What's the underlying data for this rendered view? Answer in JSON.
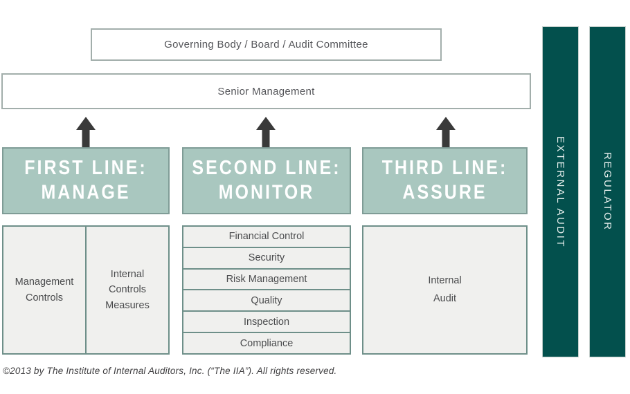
{
  "top_boxes": {
    "governing": "Governing Body / Board / Audit Committee",
    "senior": "Senior Management"
  },
  "columns": {
    "first": {
      "title": "FIRST LINE:\nMANAGE",
      "cells": {
        "left": "Management\nControls",
        "right": "Internal\nControls\nMeasures"
      }
    },
    "second": {
      "title": "SECOND LINE:\nMONITOR",
      "rows": [
        "Financial Control",
        "Security",
        "Risk Management",
        "Quality",
        "Inspection",
        "Compliance"
      ]
    },
    "third": {
      "title": "THIRD LINE:\nASSURE",
      "cell": "Internal\nAudit"
    }
  },
  "side_bars": {
    "external_audit": "EXTERNAL AUDIT",
    "regulator": "REGULATOR"
  },
  "footer": "©2013 by The Institute of Internal Auditors, Inc. (“The IIA”). All rights reserved.",
  "colors": {
    "header_green": "#a9c7bf",
    "header_border": "#7f9c96",
    "body_gray": "#f0f0ee",
    "body_border": "#6e8f89",
    "bar_teal": "#03504d",
    "arrow": "#3a3a3a",
    "text_dark": "#4a4b4d"
  },
  "icons": {
    "up_arrow": "block-up-arrow"
  }
}
